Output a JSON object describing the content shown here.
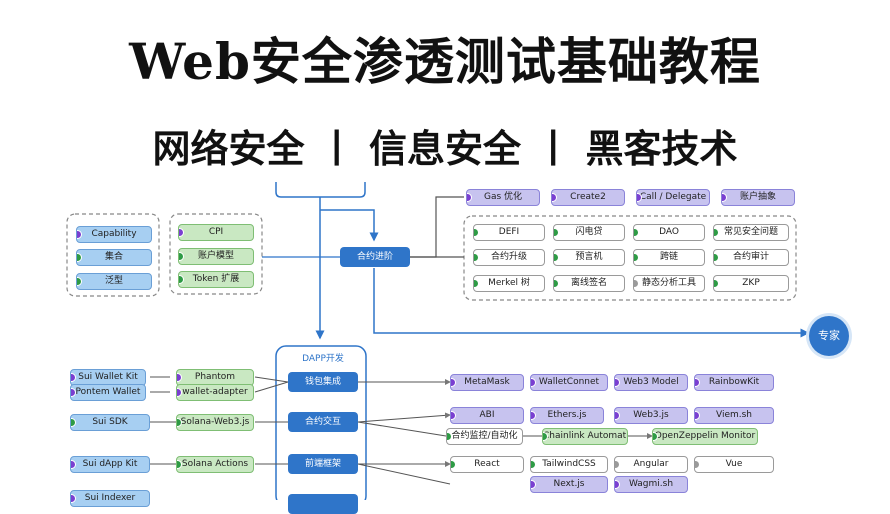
{
  "title": "Web安全渗透测试基础教程",
  "subtitle": "网络安全 丨 信息安全 丨 黑客技术",
  "diagram": {
    "hubs": {
      "contract_advanced": "合约进阶",
      "wallet_integration": "钱包集成",
      "contract_interaction": "合约交互",
      "frontend_framework": "前端框架"
    },
    "expert": "专家",
    "dapp_section": "DAPP开发",
    "left_group_1": [
      "Capability",
      "集合",
      "泛型"
    ],
    "left_group_2": [
      "CPI",
      "账户模型",
      "Token 扩展"
    ],
    "top_row": [
      "Gas 优化",
      "Create2",
      "Call / Delegate",
      "账户抽象"
    ],
    "advanced_grid": [
      [
        "DEFI",
        "闪电贷",
        "DAO",
        "常见安全问题"
      ],
      [
        "合约升级",
        "预言机",
        "跨链",
        "合约审计"
      ],
      [
        "Merkel 树",
        "离线签名",
        "静态分析工具",
        "ZKP"
      ]
    ],
    "wallet_left": [
      "Sui Wallet Kit",
      "Pontem Wallet"
    ],
    "wallet_mid": [
      "Phantom",
      "wallet-adapter"
    ],
    "wallet_right": [
      "MetaMask",
      "WalletConnet",
      "Web3 Model",
      "RainbowKit"
    ],
    "interaction_left": "Sui SDK",
    "interaction_mid": "Solana-Web3.js",
    "interaction_row1": [
      "ABI",
      "Ethers.js",
      "Web3.js",
      "Viem.sh"
    ],
    "interaction_row2": [
      "合约监控/自动化",
      "Chainlink Automation",
      "OpenZeppelin Monitor"
    ],
    "frontend_left": "Sui dApp Kit",
    "frontend_mid": "Solana Actions",
    "frontend_row1": [
      "React",
      "TailwindCSS",
      "Angular",
      "Vue"
    ],
    "frontend_row2": [
      "Next.js",
      "Wagmi.sh"
    ],
    "cut_off": "Sui Indexer",
    "colors": {
      "purple_node": "#c7c3ef",
      "blue_node": "#a7cff2",
      "green_node": "#c9e8c2",
      "hub": "#2f75c9",
      "purple_dot": "#7a3fd1",
      "green_dot": "#2e9b45"
    }
  }
}
